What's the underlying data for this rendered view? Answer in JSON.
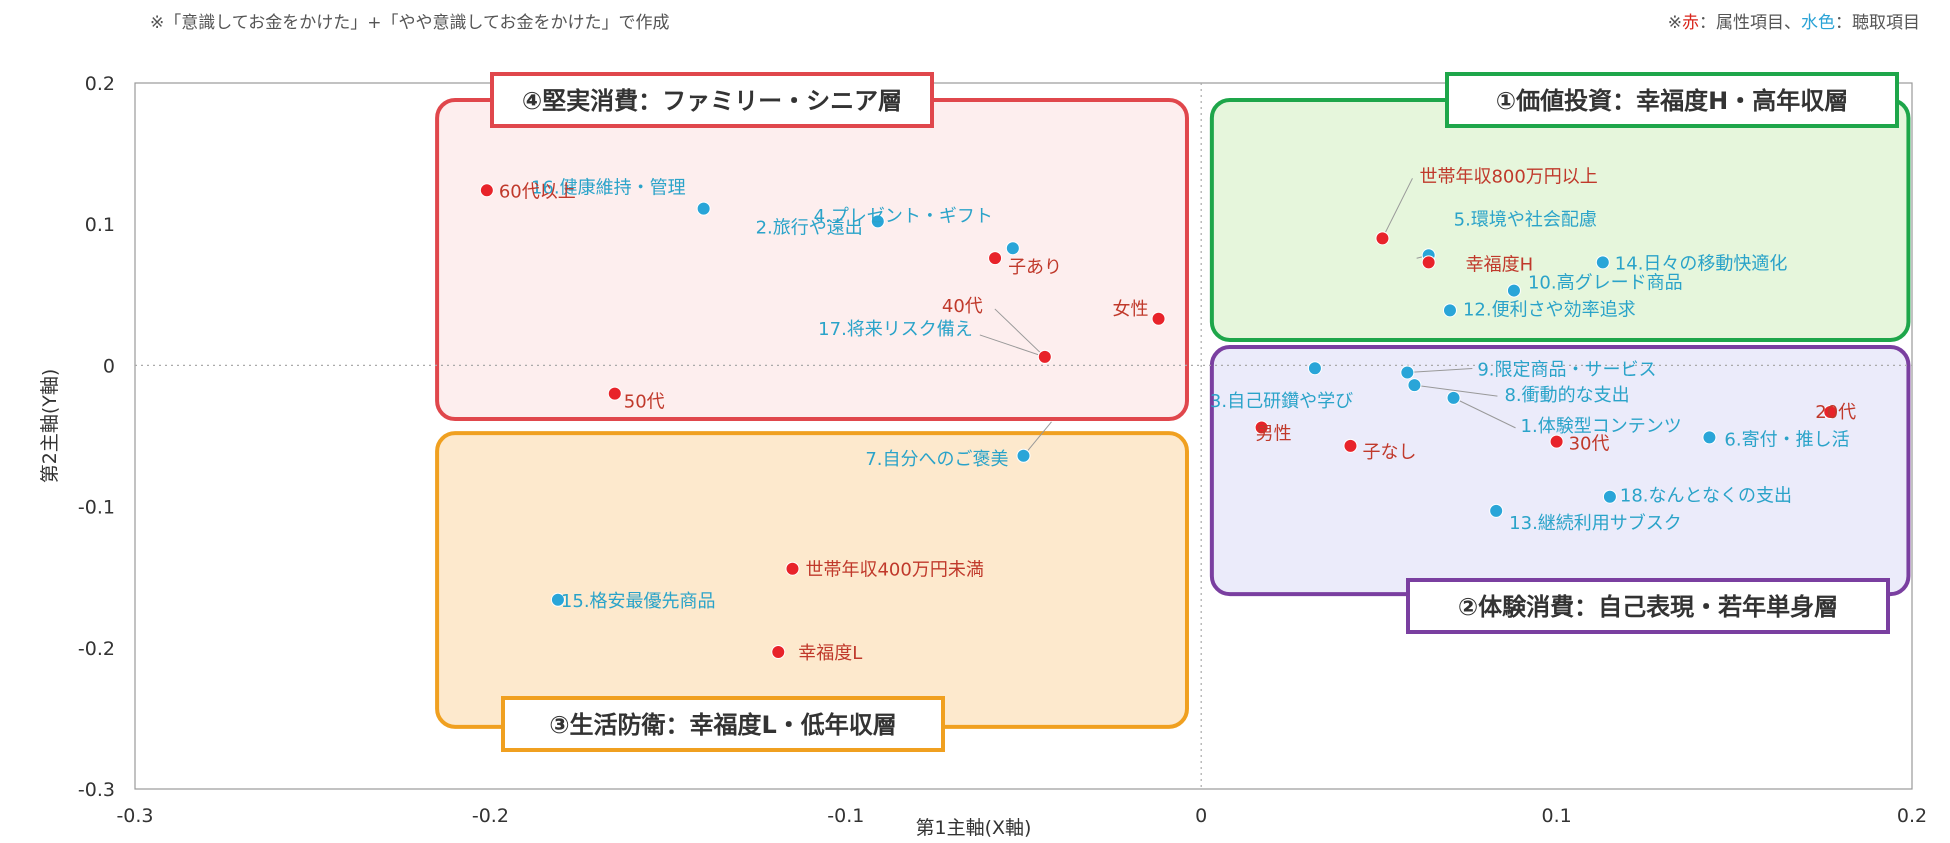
{
  "notes": {
    "left": "※「意識してお金をかけた」+「やや意識してお金をかけた」で作成",
    "right_prefix": "※",
    "right_red": "赤",
    "right_mid": "：属性項目、",
    "right_blue": "水色",
    "right_suffix": "：聴取項目"
  },
  "chart_data": {
    "type": "scatter",
    "xlabel": "第1主軸(X軸)",
    "ylabel": "第2主軸(Y軸)",
    "xlim": [
      -0.3,
      0.2
    ],
    "ylim": [
      -0.3,
      0.2
    ],
    "xticks": [
      "-0.3",
      "-0.2",
      "-0.1",
      "0",
      "0.1",
      "0.2"
    ],
    "yticks": [
      "0.2",
      "0.1",
      "0",
      "-0.1",
      "-0.2",
      "-0.3"
    ],
    "grid": false,
    "colors": {
      "attribute": "#e8232a",
      "item": "#29a5d8",
      "attribute_text": "#c0392b",
      "item_text": "#2aa3c9"
    },
    "regions": [
      {
        "label": "④堅実消費：ファミリー・シニア層",
        "x": [
          -0.215,
          -0.004
        ],
        "y": [
          -0.038,
          0.188
        ],
        "fill": "#fdeeee",
        "stroke": "#e0474c"
      },
      {
        "label": "①価値投資：幸福度H・高年収層",
        "x": [
          0.003,
          0.199
        ],
        "y": [
          0.018,
          0.188
        ],
        "fill": "#e6f6dc",
        "stroke": "#1ea64a"
      },
      {
        "label": "③生活防衛：幸福度L・低年収層",
        "x": [
          -0.215,
          -0.004
        ],
        "y": [
          -0.256,
          -0.048
        ],
        "fill": "#fde9cd",
        "stroke": "#f0a020"
      },
      {
        "label": "②体験消費：自己表現・若年単身層",
        "x": [
          0.003,
          0.199
        ],
        "y": [
          -0.162,
          0.013
        ],
        "fill": "#ebebfa",
        "stroke": "#7a3fa0"
      }
    ],
    "attributes": [
      {
        "label": "60代以上",
        "x": -0.201,
        "y": 0.124
      },
      {
        "label": "子あり",
        "x": -0.058,
        "y": 0.076
      },
      {
        "label": "40代",
        "x": -0.044,
        "y": 0.006
      },
      {
        "label": "女性",
        "x": -0.012,
        "y": 0.033
      },
      {
        "label": "50代",
        "x": -0.165,
        "y": -0.02
      },
      {
        "label": "世帯年収800万円以上",
        "x": 0.051,
        "y": 0.09
      },
      {
        "label": "幸福度H",
        "x": 0.064,
        "y": 0.073
      },
      {
        "label": "男性",
        "x": 0.017,
        "y": -0.044
      },
      {
        "label": "子なし",
        "x": 0.042,
        "y": -0.057
      },
      {
        "label": "30代",
        "x": 0.1,
        "y": -0.054
      },
      {
        "label": "20代",
        "x": 0.177,
        "y": -0.033
      },
      {
        "label": "世帯年収400万円未満",
        "x": -0.115,
        "y": -0.144
      },
      {
        "label": "幸福度L",
        "x": -0.119,
        "y": -0.203
      }
    ],
    "items": [
      {
        "label": "16.健康維持・管理",
        "x": -0.14,
        "y": 0.111
      },
      {
        "label": "2.旅行や遠出",
        "x": -0.091,
        "y": 0.102
      },
      {
        "label": "4.プレゼント・ギフト",
        "x": -0.053,
        "y": 0.083
      },
      {
        "label": "17.将来リスク備え",
        "x": -0.044,
        "y": 0.006
      },
      {
        "label": "7.自分へのご褒美",
        "x": -0.05,
        "y": -0.064
      },
      {
        "label": "15.格安最優先商品",
        "x": -0.181,
        "y": -0.166
      },
      {
        "label": "5.環境や社会配慮",
        "x": 0.064,
        "y": 0.078
      },
      {
        "label": "14.日々の移動快適化",
        "x": 0.113,
        "y": 0.073
      },
      {
        "label": "10.高グレード商品",
        "x": 0.088,
        "y": 0.053
      },
      {
        "label": "12.便利さや効率追求",
        "x": 0.07,
        "y": 0.039
      },
      {
        "label": "9.限定商品・サービス",
        "x": 0.058,
        "y": -0.005
      },
      {
        "label": "3.自己研鑽や学び",
        "x": 0.032,
        "y": -0.002
      },
      {
        "label": "8.衝動的な支出",
        "x": 0.06,
        "y": -0.014
      },
      {
        "label": "1.体験型コンテンツ",
        "x": 0.071,
        "y": -0.023
      },
      {
        "label": "6.寄付・推し活",
        "x": 0.143,
        "y": -0.051
      },
      {
        "label": "18.なんとなくの支出",
        "x": 0.115,
        "y": -0.093
      },
      {
        "label": "13.継続利用サブスク",
        "x": 0.083,
        "y": -0.103
      }
    ]
  }
}
